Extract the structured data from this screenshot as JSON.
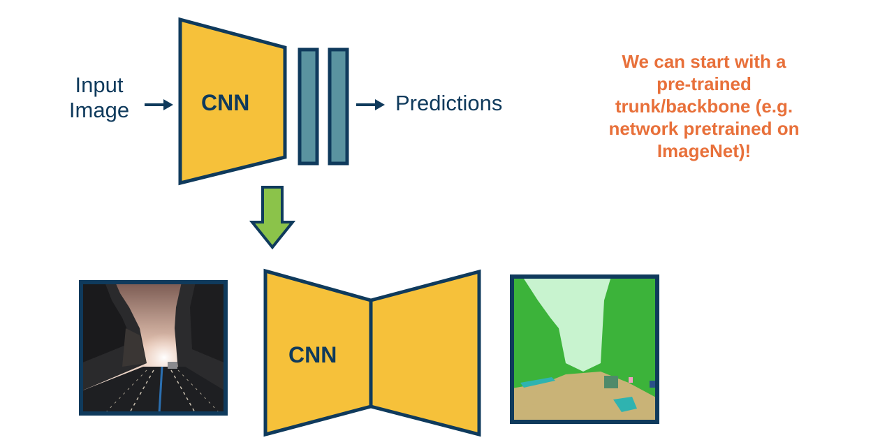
{
  "top_diagram": {
    "input_label_line1": "Input",
    "input_label_line2": "Image",
    "cnn_label": "CNN",
    "output_label": "Predictions"
  },
  "bottom_diagram": {
    "cnn_label": "CNN",
    "input_image": "street-scene-photo",
    "output_image": "semantic-segmentation-map"
  },
  "note": {
    "lines": [
      "We can start with a",
      "pre-trained",
      "trunk/backbone (e.g.",
      "network pretrained on",
      "ImageNet)!"
    ]
  },
  "colors": {
    "cnn_fill": "#f6c13a",
    "outline": "#0f3a5c",
    "fc_fill": "#5a93a0",
    "down_arrow_fill": "#8bc34a",
    "note_text": "#e8703a"
  }
}
